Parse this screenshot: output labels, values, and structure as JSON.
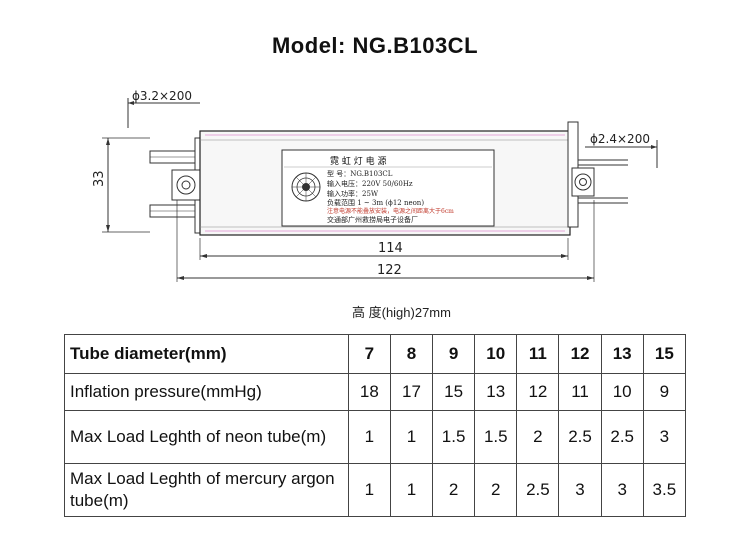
{
  "title": "Model: NG.B103CL",
  "dimensions": {
    "wire_left": "ϕ3.2×200",
    "wire_right": "ϕ2.4×200",
    "height_side": "33",
    "inner_length": "114",
    "outer_length": "122",
    "height_note": "高 度(high)27mm"
  },
  "label": {
    "title": "霓 虹 灯 电 源",
    "model": "型    号：NG.B103CL",
    "input_voltage": "输入电压：220V  50/60Hz",
    "input_power": "输入功率：25W",
    "load_range": "负载范围  1 ~ 3m (ϕ12 neon)",
    "warning": "注意电源不能叠放安装，电源之间距离大于6cm",
    "footer": "交通部广州救捞局电子设备厂"
  },
  "table": {
    "header": {
      "label": "Tube diameter(mm)",
      "values": [
        "7",
        "8",
        "9",
        "10",
        "11",
        "12",
        "13",
        "15"
      ]
    },
    "rows": [
      {
        "label": "Inflation pressure(mmHg)",
        "values": [
          "18",
          "17",
          "15",
          "13",
          "12",
          "11",
          "10",
          "9"
        ]
      },
      {
        "label": "Max Load Leghth of neon tube(m)",
        "values": [
          "1",
          "1",
          "1.5",
          "1.5",
          "2",
          "2.5",
          "2.5",
          "3"
        ]
      },
      {
        "label": "Max Load Leghth of mercury argon tube(m)",
        "values": [
          "1",
          "1",
          "2",
          "2",
          "2.5",
          "3",
          "3",
          "3.5"
        ]
      }
    ]
  }
}
